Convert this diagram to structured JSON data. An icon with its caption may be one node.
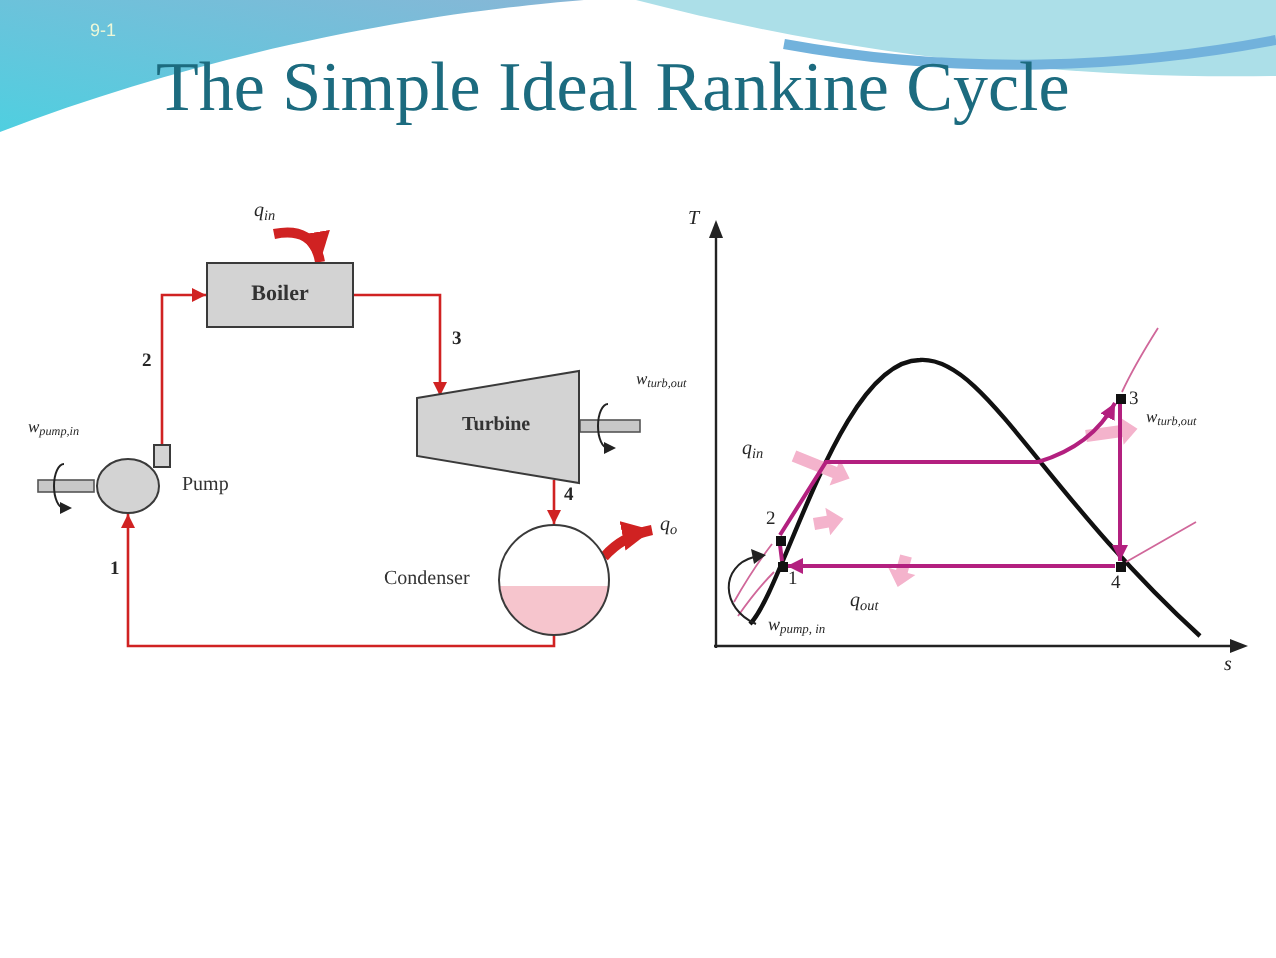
{
  "diagram": {
    "title": "The Simple Ideal Rankine Cycle",
    "nodes": [
      {
        "text": [
          "Boiler"
        ]
      },
      {
        "text": [
          "Turbine"
        ],
        "beside": [
          "w$_{turb,out}$"
        ]
      },
      {
        "text": [
          "Pump"
        ],
        "beside": [
          "w$_{pump,in}$"
        ]
      },
      {
        "text": [
          "Condenser"
        ]
      },
      {
        "text": [],
        "shape": "square",
        "beside": [
          "2"
        ]
      },
      {
        "text": [],
        "shape": "square",
        "beside": [
          "1"
        ]
      },
      {
        "text": [],
        "shape": "square",
        "beside": [
          "3"
        ]
      },
      {
        "text": [],
        "shape": "square",
        "beside": [
          "4"
        ]
      }
    ],
    "edges": [
      {
        "from": 2,
        "to": 0,
        "arrow": "to",
        "label": "2"
      },
      {
        "from": 0,
        "to": 1,
        "arrow": "to",
        "label": "3"
      },
      {
        "from": 1,
        "to": 3,
        "arrow": "to",
        "label": "4"
      },
      {
        "from": 3,
        "to": 2,
        "arrow": "to",
        "label": "1"
      },
      {
        "from": null,
        "to": 0,
        "arrow": "to",
        "label": "q$_{in}$",
        "style": "thick"
      },
      {
        "from": 3,
        "to": null,
        "arrow": "to",
        "label": "q$_{o}$",
        "style": "thick"
      },
      {
        "from": 5,
        "to": 4,
        "arrow": "none",
        "color": "#b3207f"
      },
      {
        "from": 4,
        "to": 6,
        "arrow": "to",
        "color": "#b3207f"
      },
      {
        "from": 6,
        "to": 7,
        "arrow": "to",
        "color": "#b3207f"
      },
      {
        "from": 7,
        "to": 5,
        "arrow": "to",
        "color": "#b3207f"
      }
    ],
    "labels": [
      "9-1",
      "T",
      "w$_{turb,out}$",
      "q$_{in}$",
      "q$_{out}$",
      "w$_{pump, in}$",
      "s"
    ]
  }
}
